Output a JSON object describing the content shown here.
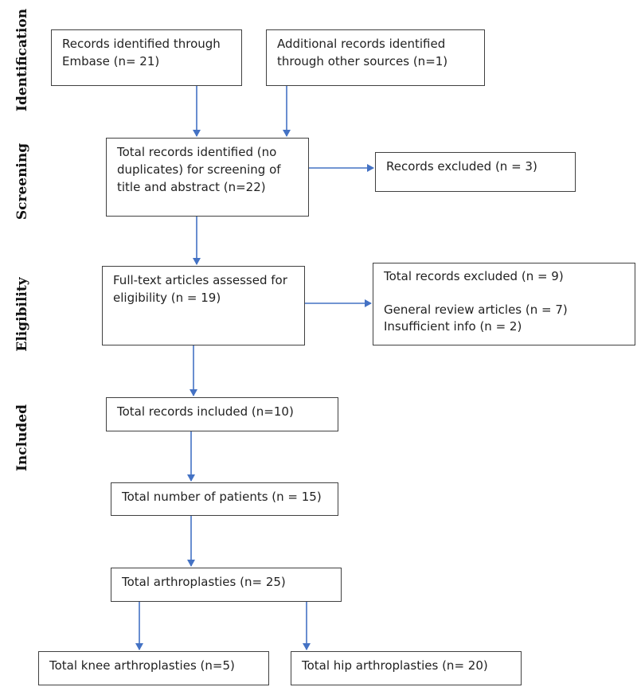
{
  "stages": {
    "identification": "Identification",
    "screening": "Screening",
    "eligibility": "Eligibility",
    "included": "Included"
  },
  "boxes": {
    "embase": [
      "Records identified through",
      "Embase (n= 21)"
    ],
    "other_sources": [
      "Additional records identified",
      "through other sources (n=1)"
    ],
    "screening": [
      "Total records identified (no",
      "duplicates) for screening of",
      "title and abstract (n=22)"
    ],
    "excluded_screening": [
      "Records excluded (n = 3)"
    ],
    "full_text": [
      "Full-text articles assessed for",
      "eligibility (n = 19)"
    ],
    "excluded_full_text": [
      "Total records excluded (n = 9)",
      "",
      "General review articles (n = 7)",
      "Insufficient info (n = 2)"
    ],
    "included": [
      "Total records included (n=10)"
    ],
    "patients": [
      "Total number of patients (n = 15)"
    ],
    "arthroplasties": [
      "Total arthroplasties (n= 25)"
    ],
    "knee": [
      "Total knee arthroplasties (n=5)"
    ],
    "hip": [
      "Total hip arthroplasties (n= 20)"
    ]
  },
  "colors": {
    "arrow": "#4472c4",
    "border": "#404040"
  }
}
